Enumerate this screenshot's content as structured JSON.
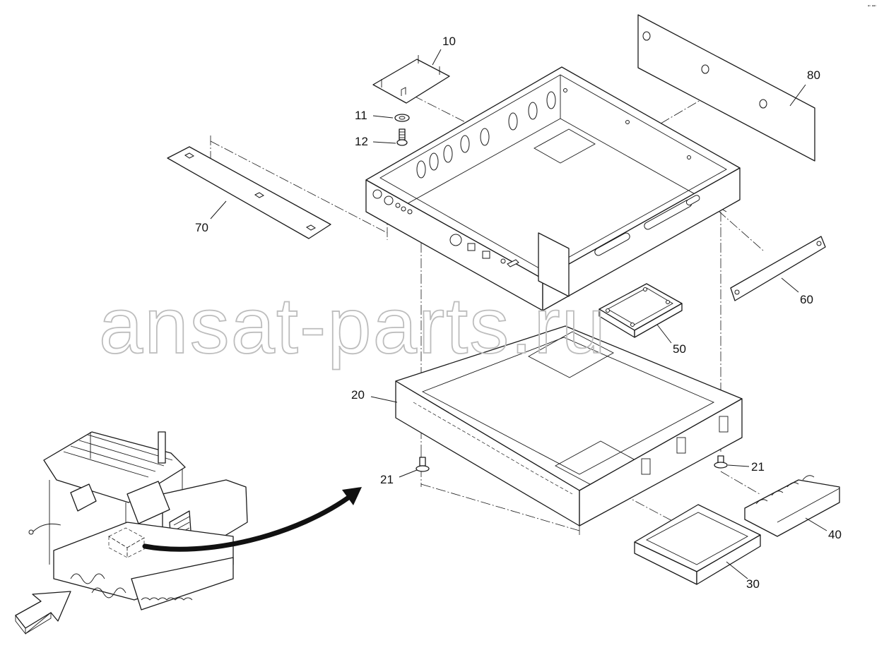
{
  "diagram": {
    "callouts": {
      "p10": "10",
      "p11": "11",
      "p12": "12",
      "p20": "20",
      "p21_left": "21",
      "p21_right": "21",
      "p30": "30",
      "p40": "40",
      "p50": "50",
      "p60": "60",
      "p70": "70",
      "p80": "80"
    },
    "watermark": "ansat-parts.ru",
    "corner_mark": "▪▫ ▪▪▫"
  },
  "colors": {
    "line": "#1a1a1a",
    "watermark": "#bdbdbd",
    "background": "#ffffff"
  }
}
